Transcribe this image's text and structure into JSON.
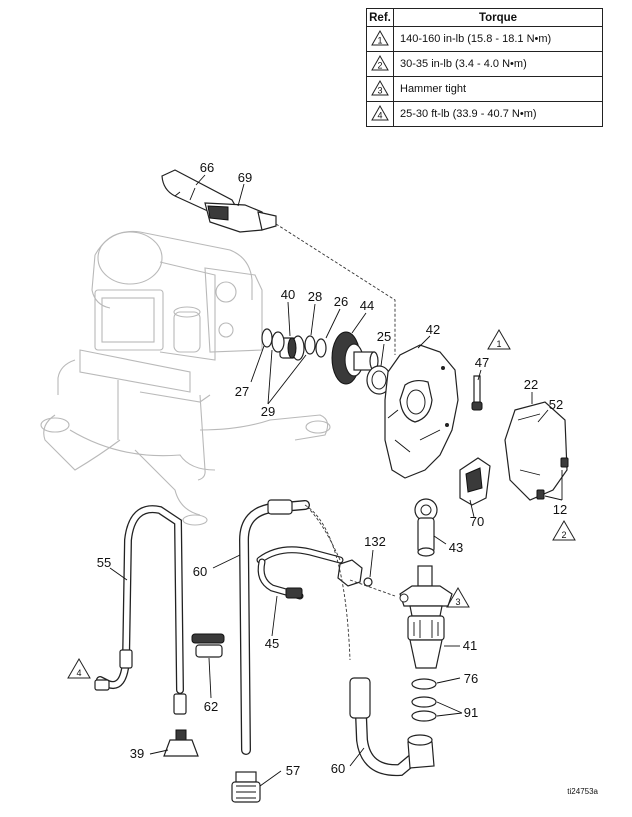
{
  "table": {
    "headers": {
      "ref": "Ref.",
      "torque": "Torque"
    },
    "rows": [
      {
        "ref": "1",
        "torque": "140-160 in-lb (15.8 - 18.1 N•m)"
      },
      {
        "ref": "2",
        "torque": "30-35 in-lb (3.4 - 4.0 N•m)"
      },
      {
        "ref": "3",
        "torque": "Hammer tight"
      },
      {
        "ref": "4",
        "torque": "25-30 ft-lb (33.9 - 40.7 N•m)"
      }
    ]
  },
  "callouts": {
    "p66": "66",
    "p69": "69",
    "p40": "40",
    "p28": "28",
    "p26": "26",
    "p44": "44",
    "p25": "25",
    "p42": "42",
    "p27": "27",
    "p29": "29",
    "p47": "47",
    "p22": "22",
    "p52": "52",
    "p12": "12",
    "p70": "70",
    "p43": "43",
    "p132": "132",
    "p55": "55",
    "p60a": "60",
    "p45": "45",
    "p41": "41",
    "p76": "76",
    "p91": "91",
    "p62": "62",
    "p39": "39",
    "p57": "57",
    "p60b": "60"
  },
  "torque_markers": {
    "m1": "1",
    "m2": "2",
    "m3": "3",
    "m4": "4"
  },
  "figure_code": "ti24753a",
  "colors": {
    "line": "#222222",
    "ghost": "#b9b9b9",
    "background": "#ffffff"
  }
}
